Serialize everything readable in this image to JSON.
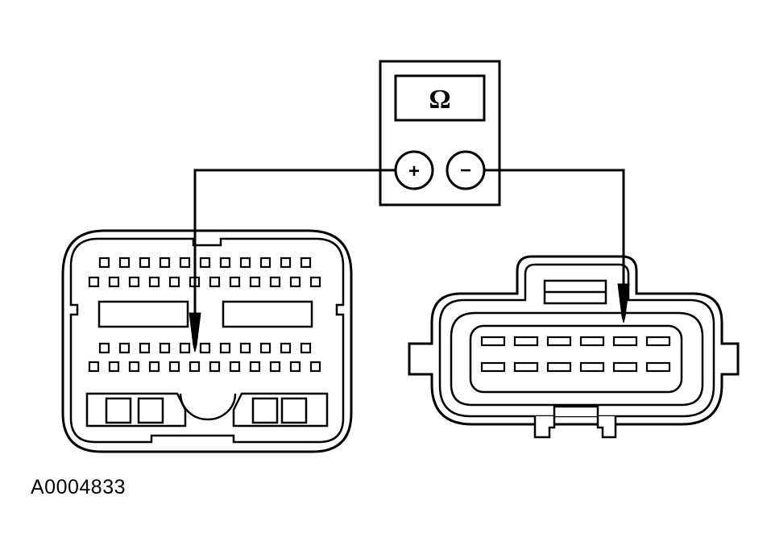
{
  "diagram": {
    "figure_id": "A0004833",
    "meter": {
      "display_symbol": "Ω",
      "positive_terminal": "+",
      "negative_terminal": "−",
      "icon": "ohmmeter-icon"
    },
    "connectors": [
      {
        "name": "large-multi-pin-connector",
        "rows": 4
      },
      {
        "name": "twelve-pin-connector",
        "rows": 2
      }
    ],
    "probes": [
      {
        "from": "positive-terminal",
        "to": "large-multi-pin-connector"
      },
      {
        "from": "negative-terminal",
        "to": "twelve-pin-connector"
      }
    ]
  }
}
